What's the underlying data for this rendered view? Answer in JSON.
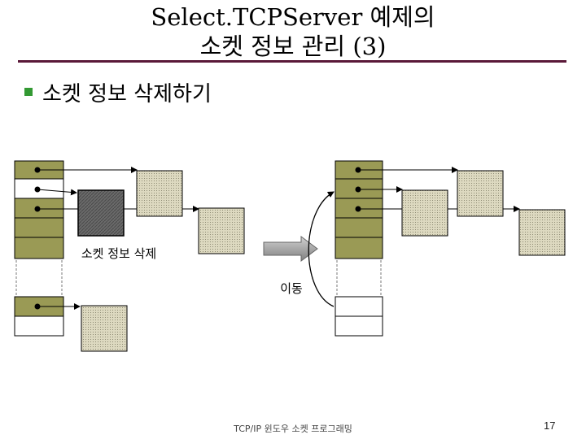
{
  "slide": {
    "title_line1": "Select.TCPServer 예제의",
    "title_line2": "소켓 정보 관리 (3)",
    "bullet": "소켓 정보 삭제하기",
    "label_delete": "소켓 정보 삭제",
    "label_move": "이동",
    "footer": "TCP/IP 윈도우 소켓 프로그래밍",
    "page_number": "17"
  },
  "colors": {
    "title_rule": "#5a1838",
    "bullet": "#339933",
    "cell_olive": "#9a9a55",
    "info_box": "#d8d5b8",
    "deleted_box": "#6e6e6e",
    "arrow": "#9a9a9a"
  }
}
